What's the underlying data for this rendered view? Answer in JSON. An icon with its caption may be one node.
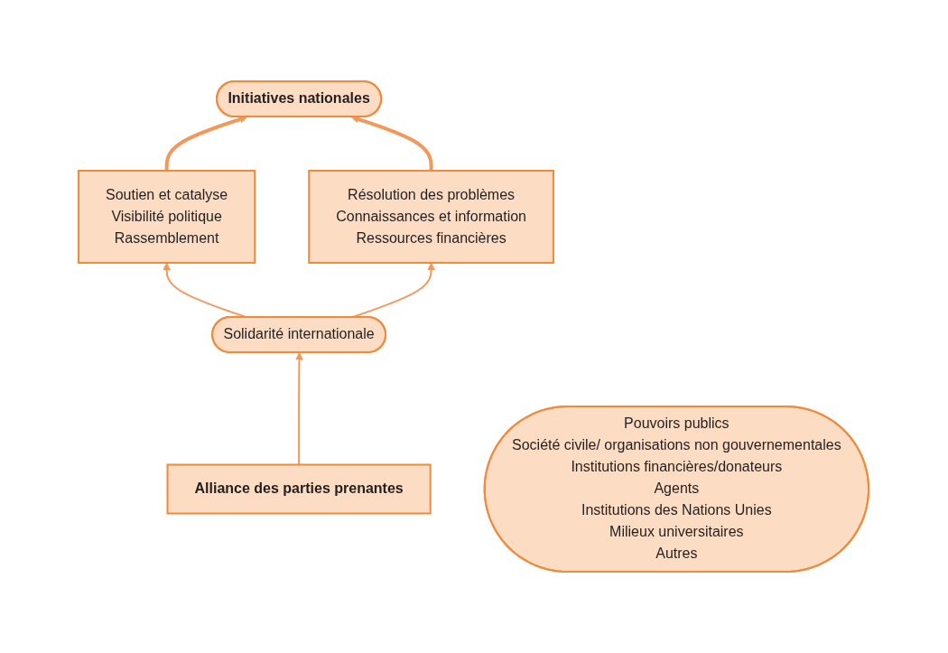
{
  "diagram": {
    "nodes": [
      {
        "text": [
          "Initiatives nationales"
        ]
      },
      {
        "text": [
          "Soutien et catalyse",
          "Visibilité politique",
          "Rassemblement"
        ]
      },
      {
        "text": [
          "Solidarité internationale"
        ]
      },
      {
        "text": [
          "Résolution des problèmes",
          "Connaissances et information",
          "Ressources financières"
        ]
      },
      {
        "text": [
          "Alliance des parties prenantes"
        ]
      },
      {
        "text": [
          "Pouvoirs publics",
          "Société civile/ organisations non gouvernementales",
          "Institutions financières/donateurs",
          "Agents",
          "Institutions des Nations Unies",
          "Milieux universitaires",
          "Autres"
        ]
      }
    ],
    "edges": [
      {
        "from": 1,
        "to": 0,
        "arrow": "to",
        "style": "thick"
      },
      {
        "from": 3,
        "to": 0,
        "arrow": "to",
        "style": "thick"
      },
      {
        "from": 2,
        "to": 1,
        "arrow": "to"
      },
      {
        "from": 2,
        "to": 3,
        "arrow": "to"
      },
      {
        "from": 4,
        "to": 2,
        "arrow": "to"
      }
    ]
  }
}
